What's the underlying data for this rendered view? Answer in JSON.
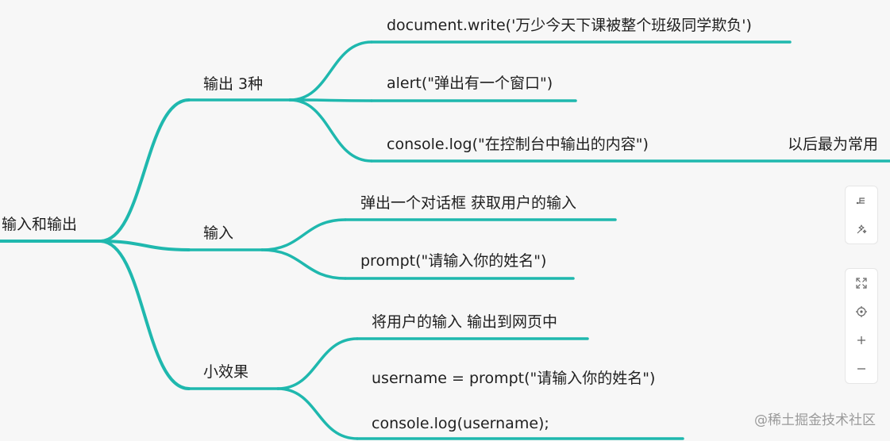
{
  "colors": {
    "edge": "#1fb8ae",
    "text": "#1f1f1f",
    "background": "#f7f7f7"
  },
  "mindmap": {
    "root": {
      "label": "输入和输出"
    },
    "branches": [
      {
        "label": "输出 3种",
        "children": [
          {
            "label": "document.write('万少今天下课被整个班级同学欺负')"
          },
          {
            "label": "alert(\"弹出有一个窗口\")"
          },
          {
            "label": "console.log(\"在控制台中输出的内容\")",
            "note": "以后最为常用"
          }
        ]
      },
      {
        "label": "输入",
        "children": [
          {
            "label": "弹出一个对话框  获取用户的输入"
          },
          {
            "label": "prompt(\"请输入你的姓名\")"
          }
        ]
      },
      {
        "label": "小效果",
        "children": [
          {
            "label": "将用户的输入 输出到网页中"
          },
          {
            "label": "username = prompt(\"请输入你的姓名\")"
          },
          {
            "label": "console.log(username);"
          }
        ]
      }
    ]
  },
  "toolbar": {
    "top": [
      {
        "icon": "outline-layout-icon"
      },
      {
        "icon": "magic-style-icon"
      }
    ],
    "bottom": [
      {
        "icon": "fit-screen-icon"
      },
      {
        "icon": "locate-center-icon"
      },
      {
        "icon": "zoom-in-icon"
      },
      {
        "icon": "zoom-out-icon"
      }
    ]
  },
  "watermark": {
    "text": "@稀土掘金技术社区"
  }
}
